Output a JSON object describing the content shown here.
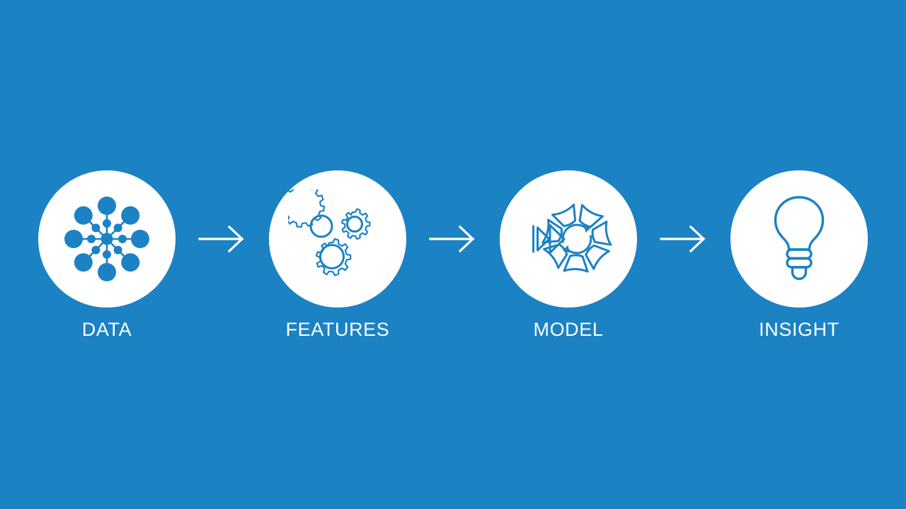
{
  "background_color": "#1b82c4",
  "icon_color": "#1b82c4",
  "disc_color": "#ffffff",
  "label_color": "#ffffff",
  "diagram": {
    "type": "process-flow",
    "orientation": "horizontal",
    "step_count": 4,
    "connector_count": 3,
    "steps": [
      {
        "label": "DATA",
        "icon": "network-nodes-icon"
      },
      {
        "label": "FEATURES",
        "icon": "gears-icon"
      },
      {
        "label": "MODEL",
        "icon": "model-wheel-icon"
      },
      {
        "label": "INSIGHT",
        "icon": "lightbulb-icon"
      }
    ],
    "connectors": [
      {
        "icon": "arrow-right-icon"
      },
      {
        "icon": "arrow-right-icon"
      },
      {
        "icon": "arrow-right-icon"
      }
    ]
  }
}
